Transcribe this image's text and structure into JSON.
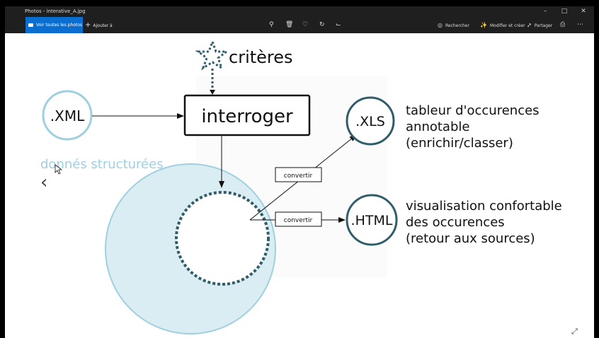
{
  "window": {
    "title": "Photos - interative_A.jpg",
    "minimize_icon": "minimize-icon",
    "maximize_icon": "maximize-icon",
    "close_icon": "close-icon"
  },
  "toolbar": {
    "view_all_label": "Voir toutes les photos",
    "add_to_label": "Ajouter à",
    "search_label": "Rechercher",
    "edit_create_label": "Modifier et créer",
    "share_label": "Partager",
    "icons": [
      "zoom-icon",
      "delete-icon",
      "favorite-icon",
      "rotate-icon",
      "crop-icon",
      "print-icon",
      "more-icon"
    ]
  },
  "diagram": {
    "criteria": "critères",
    "xml": ".XML",
    "query": "interroger",
    "structured": "donnés structurées",
    "xls": ".XLS",
    "html": ".HTML",
    "convert1": "convertir",
    "convert2": "convertir",
    "xls_desc": [
      "tableur d'occurences",
      "annotable",
      "(enrichir/classer)"
    ],
    "html_desc": [
      "visualisation confortable",
      "des occurences",
      "(retour aux sources)"
    ]
  },
  "colors": {
    "accent": "#0a6ed1",
    "light_blue": "#9fd0e0",
    "fill_blue": "#daedf3",
    "dark_teal": "#2f5d6a"
  }
}
